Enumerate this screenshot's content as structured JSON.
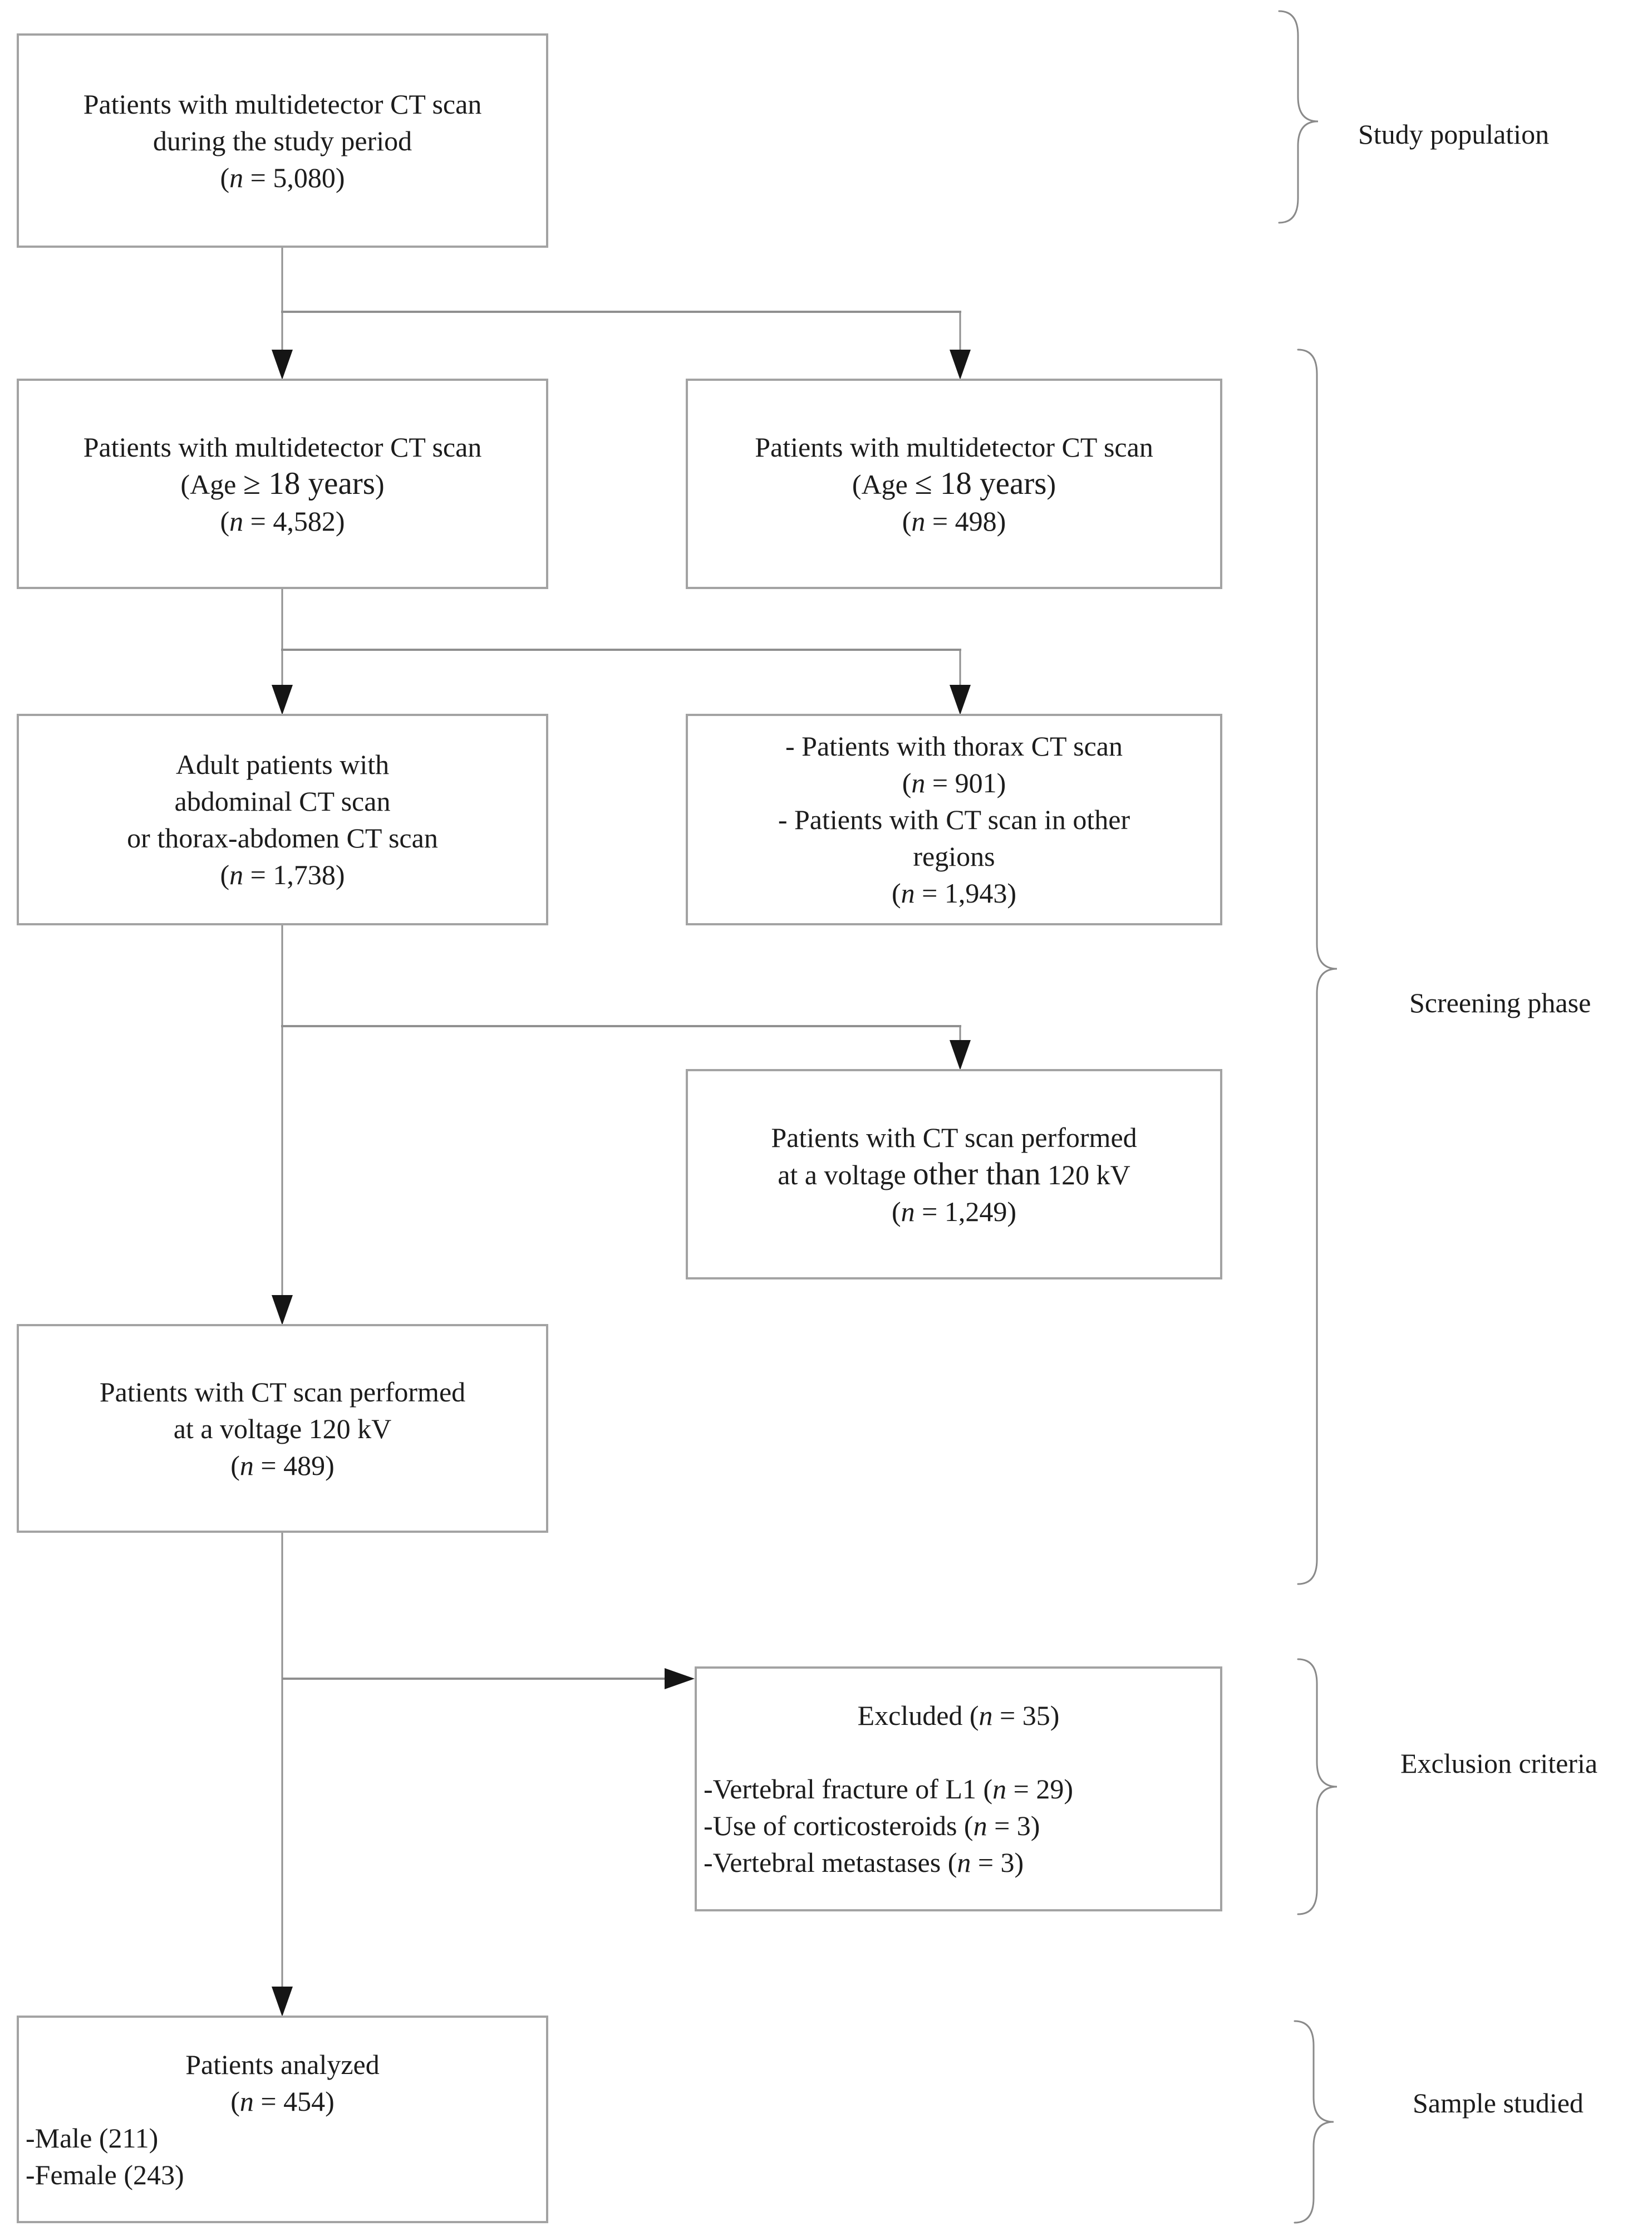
{
  "figure": {
    "type": "flowchart",
    "labels": {
      "study_population": "Study population",
      "screening_phase": "Screening phase",
      "exclusion_criteria": "Exclusion criteria",
      "sample_studied": "Sample studied"
    },
    "colors": {
      "box_border": "#a3a3a3",
      "line": "#8f8f8f",
      "arrow": "#151515",
      "text": "#1c1c1c",
      "brace": "#8a8a8a",
      "bg": "#ffffff"
    },
    "boxes": {
      "box1": {
        "lines": [
          {
            "seg": [
              {
                "t": "Patients with multidetector CT scan"
              }
            ]
          },
          {
            "seg": [
              {
                "t": "during the study period"
              }
            ]
          },
          {
            "seg": [
              {
                "t": "("
              },
              {
                "t": "n",
                "s": "i"
              },
              {
                "t": " = 5,080)"
              }
            ]
          }
        ]
      },
      "box2": {
        "lines": [
          {
            "seg": [
              {
                "t": "Patients with multidetector CT scan"
              }
            ]
          },
          {
            "seg": [
              {
                "t": "(Age "
              },
              {
                "t": "≥ 18 years",
                "s": "alt"
              },
              {
                "t": ")"
              }
            ]
          },
          {
            "seg": [
              {
                "t": "("
              },
              {
                "t": "n",
                "s": "i"
              },
              {
                "t": " = 4,582)"
              }
            ]
          }
        ]
      },
      "box3": {
        "lines": [
          {
            "seg": [
              {
                "t": "Patients with multidetector CT scan"
              }
            ]
          },
          {
            "seg": [
              {
                "t": "(Age "
              },
              {
                "t": "≤ 18 years",
                "s": "alt"
              },
              {
                "t": ")"
              }
            ]
          },
          {
            "seg": [
              {
                "t": "("
              },
              {
                "t": "n",
                "s": "i"
              },
              {
                "t": " = 498)"
              }
            ]
          }
        ]
      },
      "box4": {
        "lines": [
          {
            "seg": [
              {
                "t": "Adult patients with"
              }
            ]
          },
          {
            "seg": [
              {
                "t": "abdominal CT scan"
              }
            ]
          },
          {
            "seg": [
              {
                "t": "or thorax-abdomen CT scan"
              }
            ]
          },
          {
            "seg": [
              {
                "t": "("
              },
              {
                "t": "n",
                "s": "i"
              },
              {
                "t": " = 1,738)"
              }
            ]
          }
        ]
      },
      "box5": {
        "lines": [
          {
            "seg": [
              {
                "t": "- Patients with thorax CT scan"
              }
            ]
          },
          {
            "seg": [
              {
                "t": "("
              },
              {
                "t": "n",
                "s": "i"
              },
              {
                "t": " = 901)"
              }
            ]
          },
          {
            "seg": [
              {
                "t": "- Patients with CT scan in other"
              }
            ]
          },
          {
            "seg": [
              {
                "t": "regions"
              }
            ]
          },
          {
            "seg": [
              {
                "t": "("
              },
              {
                "t": "n",
                "s": "i"
              },
              {
                "t": " = 1,943)"
              }
            ]
          }
        ]
      },
      "box6": {
        "lines": [
          {
            "seg": [
              {
                "t": "Patients with CT scan performed"
              }
            ]
          },
          {
            "seg": [
              {
                "t": "at a voltage "
              },
              {
                "t": "other than",
                "s": "alt"
              },
              {
                "t": " 120 kV"
              }
            ]
          },
          {
            "seg": [
              {
                "t": "("
              },
              {
                "t": "n",
                "s": "i"
              },
              {
                "t": " = 1,249)"
              }
            ]
          }
        ]
      },
      "box7": {
        "lines": [
          {
            "seg": [
              {
                "t": "Patients with CT scan performed"
              }
            ]
          },
          {
            "seg": [
              {
                "t": "at a voltage 120 kV"
              }
            ]
          },
          {
            "seg": [
              {
                "t": "("
              },
              {
                "t": "n",
                "s": "i"
              },
              {
                "t": " = 489)"
              }
            ]
          }
        ]
      },
      "box8": {
        "lines": [
          {
            "seg": [
              {
                "t": "Excluded ("
              },
              {
                "t": "n",
                "s": "i"
              },
              {
                "t": " = 35)"
              }
            ]
          },
          {
            "seg": [
              {
                "t": ""
              }
            ]
          },
          {
            "left": true,
            "seg": [
              {
                "t": "-Vertebral fracture of L1 ("
              },
              {
                "t": "n",
                "s": "i"
              },
              {
                "t": " = 29)"
              }
            ]
          },
          {
            "left": true,
            "seg": [
              {
                "t": "-Use of corticosteroids ("
              },
              {
                "t": "n",
                "s": "i"
              },
              {
                "t": " = 3)"
              }
            ]
          },
          {
            "left": true,
            "seg": [
              {
                "t": "-Vertebral metastases ("
              },
              {
                "t": "n",
                "s": "i"
              },
              {
                "t": " = 3)"
              }
            ]
          }
        ]
      },
      "box9": {
        "lines": [
          {
            "seg": [
              {
                "t": "Patients analyzed"
              }
            ]
          },
          {
            "seg": [
              {
                "t": "("
              },
              {
                "t": "n",
                "s": "i"
              },
              {
                "t": " = 454)"
              }
            ]
          },
          {
            "left": true,
            "seg": [
              {
                "t": "-Male (211)"
              }
            ]
          },
          {
            "left": true,
            "seg": [
              {
                "t": "-Female (243)"
              }
            ]
          }
        ]
      }
    }
  }
}
